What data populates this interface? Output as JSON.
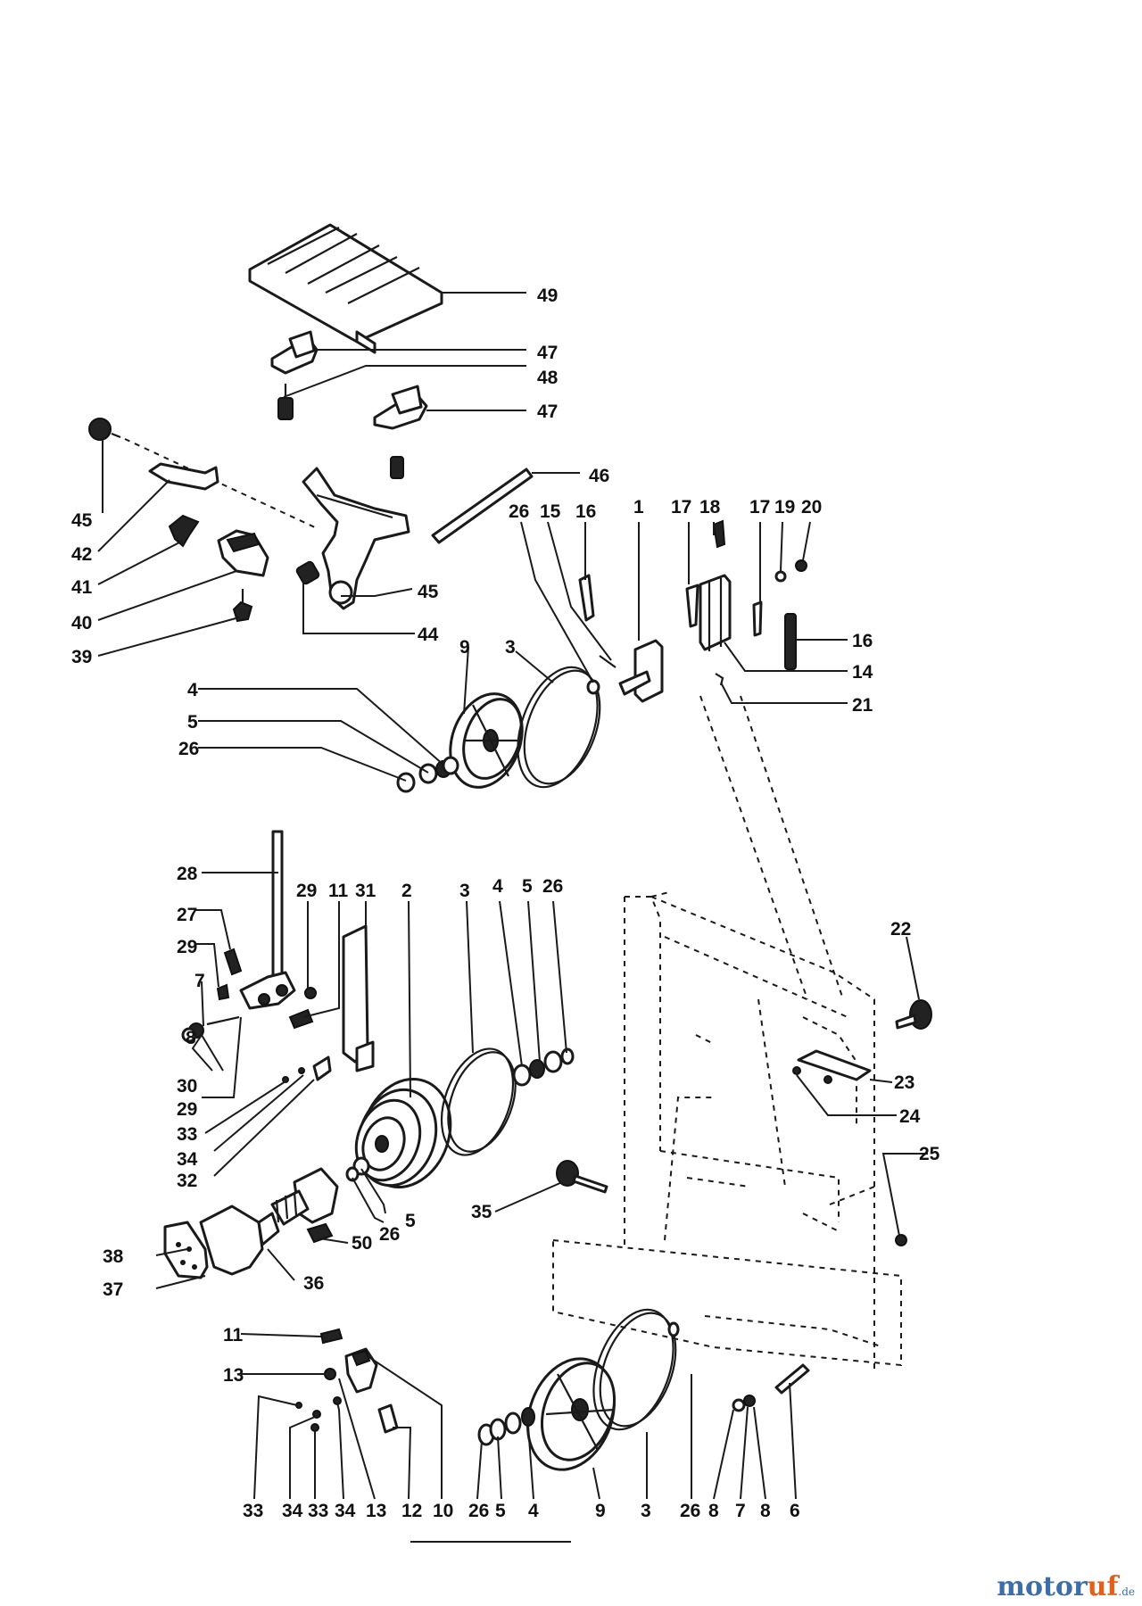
{
  "callouts": [
    {
      "id": "c49",
      "text": "49"
    },
    {
      "id": "c47a",
      "text": "47"
    },
    {
      "id": "c48",
      "text": "48"
    },
    {
      "id": "c47b",
      "text": "47"
    },
    {
      "id": "c46",
      "text": "46"
    },
    {
      "id": "c45a",
      "text": "45"
    },
    {
      "id": "c42",
      "text": "42"
    },
    {
      "id": "c41",
      "text": "41"
    },
    {
      "id": "c40",
      "text": "40"
    },
    {
      "id": "c39",
      "text": "39"
    },
    {
      "id": "c45b",
      "text": "45"
    },
    {
      "id": "c44",
      "text": "44"
    },
    {
      "id": "c26a",
      "text": "26"
    },
    {
      "id": "c15",
      "text": "15"
    },
    {
      "id": "c16a",
      "text": "16"
    },
    {
      "id": "c1",
      "text": "1"
    },
    {
      "id": "c17a",
      "text": "17"
    },
    {
      "id": "c18",
      "text": "18"
    },
    {
      "id": "c17b",
      "text": "17"
    },
    {
      "id": "c19",
      "text": "19"
    },
    {
      "id": "c20",
      "text": "20"
    },
    {
      "id": "c16b",
      "text": "16"
    },
    {
      "id": "c14",
      "text": "14"
    },
    {
      "id": "c21",
      "text": "21"
    },
    {
      "id": "c9a",
      "text": "9"
    },
    {
      "id": "c3a",
      "text": "3"
    },
    {
      "id": "c4a",
      "text": "4"
    },
    {
      "id": "c5a",
      "text": "5"
    },
    {
      "id": "c26b",
      "text": "26"
    },
    {
      "id": "c28",
      "text": "28"
    },
    {
      "id": "c29a",
      "text": "29"
    },
    {
      "id": "c11a",
      "text": "11"
    },
    {
      "id": "c31",
      "text": "31"
    },
    {
      "id": "c2",
      "text": "2"
    },
    {
      "id": "c3b",
      "text": "3"
    },
    {
      "id": "c4b",
      "text": "4"
    },
    {
      "id": "c5b",
      "text": "5"
    },
    {
      "id": "c26c",
      "text": "26"
    },
    {
      "id": "c27",
      "text": "27"
    },
    {
      "id": "c29b",
      "text": "29"
    },
    {
      "id": "c7a",
      "text": "7"
    },
    {
      "id": "c8a",
      "text": "8"
    },
    {
      "id": "c30",
      "text": "30"
    },
    {
      "id": "c29c",
      "text": "29"
    },
    {
      "id": "c33a",
      "text": "33"
    },
    {
      "id": "c34a",
      "text": "34"
    },
    {
      "id": "c32",
      "text": "32"
    },
    {
      "id": "c22",
      "text": "22"
    },
    {
      "id": "c23",
      "text": "23"
    },
    {
      "id": "c24",
      "text": "24"
    },
    {
      "id": "c25",
      "text": "25"
    },
    {
      "id": "c35",
      "text": "35"
    },
    {
      "id": "c26d",
      "text": "26"
    },
    {
      "id": "c5c",
      "text": "5"
    },
    {
      "id": "c50",
      "text": "50"
    },
    {
      "id": "c36",
      "text": "36"
    },
    {
      "id": "c38",
      "text": "38"
    },
    {
      "id": "c37",
      "text": "37"
    },
    {
      "id": "c11b",
      "text": "11"
    },
    {
      "id": "c13a",
      "text": "13"
    },
    {
      "id": "c33b",
      "text": "33"
    },
    {
      "id": "c34b",
      "text": "34"
    },
    {
      "id": "c33c",
      "text": "33"
    },
    {
      "id": "c34c",
      "text": "34"
    },
    {
      "id": "c13b",
      "text": "13"
    },
    {
      "id": "c12",
      "text": "12"
    },
    {
      "id": "c10",
      "text": "10"
    },
    {
      "id": "c26e",
      "text": "26"
    },
    {
      "id": "c5d",
      "text": "5"
    },
    {
      "id": "c4c",
      "text": "4"
    },
    {
      "id": "c9b",
      "text": "9"
    },
    {
      "id": "c3c",
      "text": "3"
    },
    {
      "id": "c26f",
      "text": "26"
    },
    {
      "id": "c8b",
      "text": "8"
    },
    {
      "id": "c7b",
      "text": "7"
    },
    {
      "id": "c8c",
      "text": "8"
    },
    {
      "id": "c6",
      "text": "6"
    }
  ],
  "brand": {
    "name_a": "motor",
    "name_b": "uf",
    "suffix": ".de"
  }
}
